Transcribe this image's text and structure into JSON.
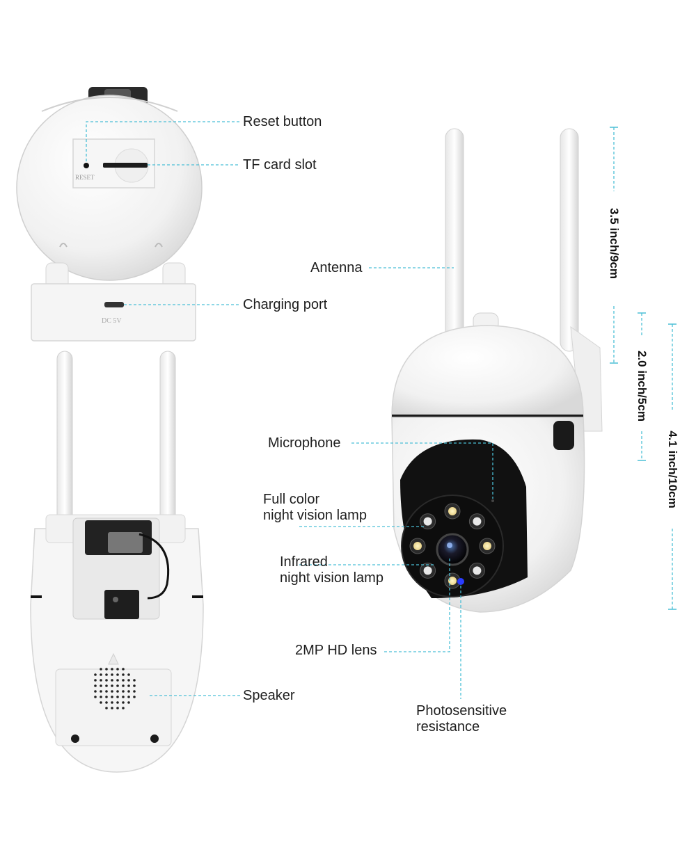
{
  "labels": {
    "reset_button": "Reset button",
    "tf_card_slot": "TF card slot",
    "antenna": "Antenna",
    "charging_port": "Charging port",
    "microphone": "Microphone",
    "full_color_l1": "Full color",
    "full_color_l2": "night vision lamp",
    "infrared_l1": "Infrared",
    "infrared_l2": "night vision lamp",
    "lens": "2MP HD lens",
    "speaker": "Speaker",
    "photo_l1": "Photosensitive",
    "photo_l2": "resistance"
  },
  "device_text": {
    "reset": "RESET",
    "dc": "DC 5V"
  },
  "dimensions": {
    "antenna_height": "3.5 inch/9cm",
    "head_height": "2.0 inch/5cm",
    "total_height": "4.1 inch/10cm"
  },
  "colors": {
    "leader": "#4bbfd6",
    "body": "#f4f4f4",
    "outline": "#d8d8d8"
  }
}
